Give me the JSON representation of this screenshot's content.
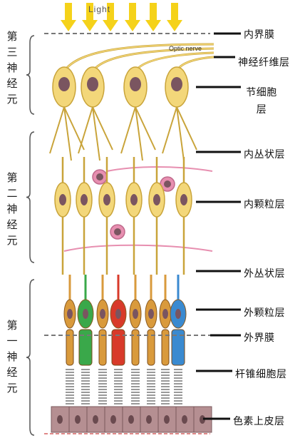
{
  "top_label": "Light",
  "optic_nerve_label": "Optic nerve",
  "neurons": [
    {
      "label": "第三神经元"
    },
    {
      "label": "第二神经元"
    },
    {
      "label": "第一神经元"
    }
  ],
  "layers": [
    {
      "label": "内界膜"
    },
    {
      "label": "神经纤维层"
    },
    {
      "label": "节细胞层"
    },
    {
      "label": "内丛状层"
    },
    {
      "label": "内颗粒层"
    },
    {
      "label": "外丛状层"
    },
    {
      "label": "外颗粒层"
    },
    {
      "label": "外界膜"
    },
    {
      "label": "杆锥细胞层"
    },
    {
      "label": "色素上皮层"
    }
  ],
  "colors": {
    "neuron_fill": "#f3d77a",
    "neuron_stroke": "#c9a43a",
    "nucleus": "#7a5560",
    "amacrine": "#e78fb0",
    "cone_green": "#3aa84a",
    "cone_red": "#d83a2a",
    "cone_blue": "#3a8ad0",
    "rod": "#d99a3c",
    "pigment": "#b58f92",
    "light_arrow": "#f5d21a"
  }
}
